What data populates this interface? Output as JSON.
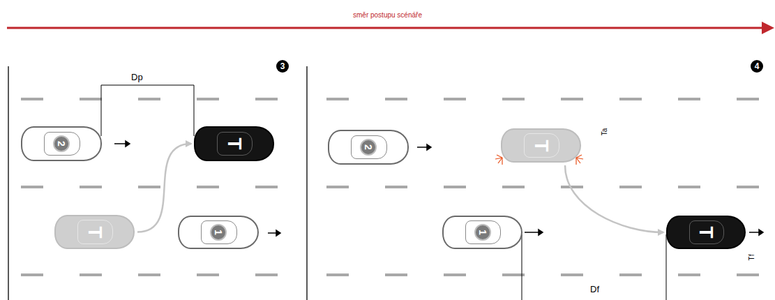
{
  "diagram": {
    "nodes": [
      {
        "text": [
          "2"
        ]
      },
      {
        "text": [
          "T"
        ]
      },
      {
        "text": [
          "T"
        ]
      },
      {
        "text": [
          "1"
        ]
      },
      {
        "text": [
          "2"
        ]
      },
      {
        "text": [
          "T"
        ]
      },
      {
        "text": [
          "1"
        ]
      },
      {
        "text": [
          "T"
        ]
      }
    ],
    "edges": [
      {
        "from": 2,
        "to": 1,
        "arrow": "to"
      },
      {
        "from": 5,
        "to": 7,
        "arrow": "to"
      }
    ],
    "labels": [
      "směr postupu scénáře",
      "3",
      "Dp",
      "4",
      "Ta",
      "Df",
      "Tf"
    ]
  }
}
